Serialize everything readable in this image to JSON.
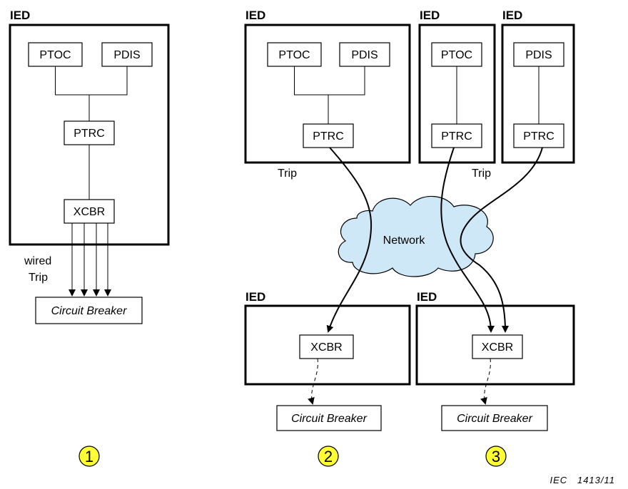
{
  "colors": {
    "cloud_fill": "#cfe8f7",
    "marker_fill": "#ffff33",
    "line": "#000000"
  },
  "scenario1": {
    "ied_label": "IED",
    "ptoc": "PTOC",
    "pdis": "PDIS",
    "ptrc": "PTRC",
    "xcbr": "XCBR",
    "wired_label": "wired",
    "trip_label": "Trip",
    "breaker": "Circuit Breaker",
    "marker": "1"
  },
  "scenario2": {
    "ied_label": "IED",
    "ptoc": "PTOC",
    "pdis": "PDIS",
    "ptrc": "PTRC",
    "trip_label": "Trip",
    "recv_ied_label": "IED",
    "xcbr": "XCBR",
    "breaker": "Circuit Breaker",
    "marker": "2"
  },
  "scenario3": {
    "ied_a_label": "IED",
    "ptoc": "PTOC",
    "ptrc_a": "PTRC",
    "ied_b_label": "IED",
    "pdis": "PDIS",
    "ptrc_b": "PTRC",
    "trip_label": "Trip",
    "recv_ied_label": "IED",
    "xcbr": "XCBR",
    "breaker": "Circuit Breaker",
    "marker": "3"
  },
  "network_label": "Network",
  "source_label": "IEC   1413/11"
}
